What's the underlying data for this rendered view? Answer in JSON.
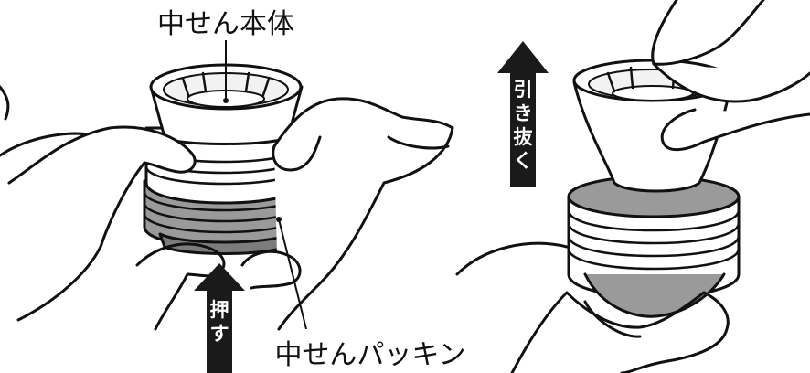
{
  "labels": {
    "body": "中せん本体",
    "packing": "中せんパッキン",
    "push": [
      "押",
      "す"
    ],
    "pull": [
      "引",
      "き",
      "抜",
      "く"
    ]
  },
  "colors": {
    "ink": "#111111",
    "packing_gray": "#9a9a9a",
    "packing_dark": "#7c7c7c",
    "cap_white": "#ffffff",
    "arrow": "#1a1a1a"
  }
}
